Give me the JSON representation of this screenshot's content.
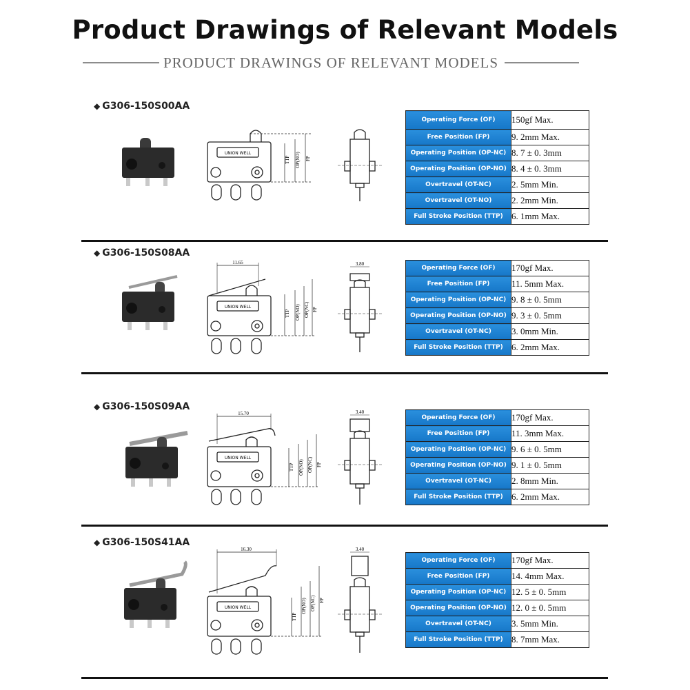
{
  "title": "Product Drawings of Relevant Models",
  "subtitle": "PRODUCT DRAWINGS OF RELEVANT MODELS",
  "brand_text": "UNION WELL",
  "colors": {
    "label_bg": "#1a7fd0",
    "label_text": "#ffffff",
    "divider": "#111111"
  },
  "models": [
    {
      "name": "G306-150S00AA",
      "dims": {
        "top": "",
        "side": ""
      },
      "specs": [
        {
          "label": "Operating Force (OF)",
          "value": "150gf Max."
        },
        {
          "label": "Free Position (FP)",
          "value": "9. 2mm Max."
        },
        {
          "label": "Operating Position (OP-NC)",
          "value": "8. 7 ± 0. 3mm"
        },
        {
          "label": "Operating Position (OP-NO)",
          "value": "8. 4 ± 0. 3mm"
        },
        {
          "label": "Overtravel (OT-NC)",
          "value": "2. 5mm Min."
        },
        {
          "label": "Overtravel (OT-NO)",
          "value": "2. 2mm Min."
        },
        {
          "label": "Full Stroke Position (TTP)",
          "value": "6. 1mm Max."
        }
      ]
    },
    {
      "name": "G306-150S08AA",
      "dims": {
        "top": "11.65",
        "side": "3.80"
      },
      "specs": [
        {
          "label": "Operating Force (OF)",
          "value": "170gf Max."
        },
        {
          "label": "Free Position (FP)",
          "value": "11. 5mm Max."
        },
        {
          "label": "Operating Position (OP-NC)",
          "value": "9. 8 ± 0. 5mm"
        },
        {
          "label": "Operating Position (OP-NO)",
          "value": "9. 3 ± 0. 5mm"
        },
        {
          "label": "Overtravel (OT-NC)",
          "value": "3. 0mm Min."
        },
        {
          "label": "Full Stroke Position (TTP)",
          "value": "6. 2mm Max."
        }
      ]
    },
    {
      "name": "G306-150S09AA",
      "dims": {
        "top": "15.70",
        "side": "3.40"
      },
      "specs": [
        {
          "label": "Operating Force (OF)",
          "value": "170gf Max."
        },
        {
          "label": "Free Position (FP)",
          "value": "11. 3mm Max."
        },
        {
          "label": "Operating Position (OP-NC)",
          "value": "9. 6 ± 0. 5mm"
        },
        {
          "label": "Operating Position (OP-NO)",
          "value": "9. 1 ± 0. 5mm"
        },
        {
          "label": "Overtravel (OT-NC)",
          "value": "2. 8mm Min."
        },
        {
          "label": "Full Stroke Position (TTP)",
          "value": "6. 2mm Max."
        }
      ]
    },
    {
      "name": "G306-150S41AA",
      "dims": {
        "top": "16.30",
        "side": "3.40"
      },
      "specs": [
        {
          "label": "Operating Force (OF)",
          "value": "170gf Max."
        },
        {
          "label": "Free Position (FP)",
          "value": "14. 4mm Max."
        },
        {
          "label": "Operating Position (OP-NC)",
          "value": "12. 5 ± 0. 5mm"
        },
        {
          "label": "Operating Position (OP-NO)",
          "value": "12. 0 ± 0. 5mm"
        },
        {
          "label": "Overtravel (OT-NC)",
          "value": "3. 5mm Min."
        },
        {
          "label": "Full Stroke Position (TTP)",
          "value": "8. 7mm Max."
        }
      ]
    }
  ],
  "drawing_labels": {
    "ttp": "TTP",
    "op_no": "OP(NO)",
    "op_nc": "OP(NC)",
    "fp": "FP"
  }
}
